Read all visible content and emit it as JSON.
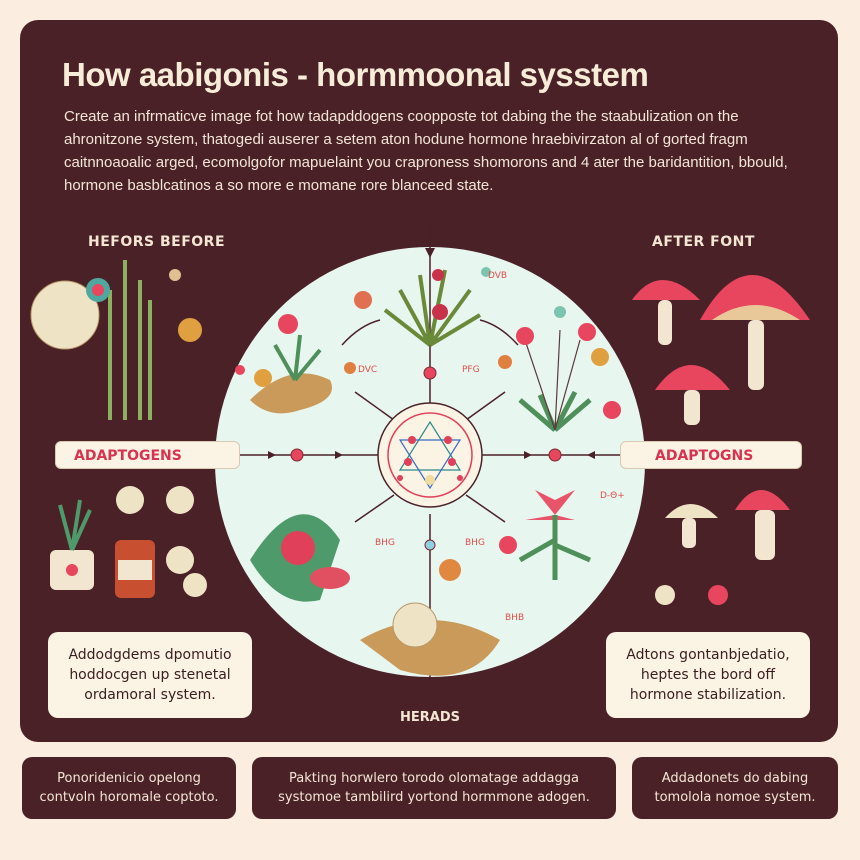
{
  "header": {
    "title": "How aabigonis - hormmoonal sysstem",
    "intro": "Create an infrmaticve image fot how tadapddogens coopposte tot dabing the the staabulization on the ahronitzone system, thatogedi auserer a setem aton hodune hormone hraebivirzaton al of gorted fragm caitnnoaoalic arged, ecomolgofor mapuelaint you craproness shomorons and 4 ater the baridantition, bbould, hormone basblcatinos a so more e momane rore blanceed state."
  },
  "labels": {
    "before": "HEFORS BEFORE",
    "after": "AFTER FONT",
    "adaptogens_left": "ADAPTOGENS",
    "adaptogens_right": "ADAPTOGNS",
    "herbs": "HERADS"
  },
  "diagram_tags": [
    "DVB",
    "DVC",
    "PFG",
    "D-Θ+",
    "BHG",
    "BHG",
    "BHB"
  ],
  "notes": {
    "left": "Addodgdems dpomutio hoddocgen up stenetal ordamoral system.",
    "right": "Adtons gontanbjedatio, heptes the bord off hormone stabilization."
  },
  "footer": [
    "Ponoridenicio opelong contvoln horomale coptoto.",
    "Pakting horwlero torodo olomatage addagga systomoe tambilird yortond hormmone adogen.",
    "Addadonets do dabing tomolola nomoe system."
  ],
  "colors": {
    "panel": "#4b2128",
    "background": "#fbeee1",
    "circle": "#e8f6f0",
    "accent": "#e0405a"
  }
}
